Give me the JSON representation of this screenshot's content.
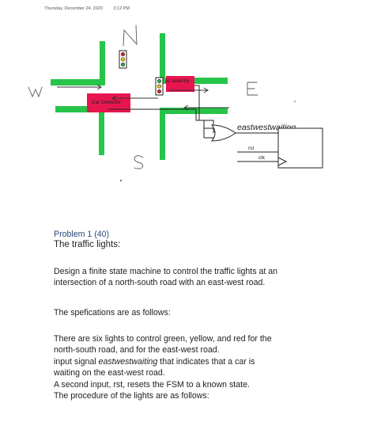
{
  "header": {
    "date": "Thursday, December 24, 2020",
    "time": "3:12 PM"
  },
  "diagram": {
    "compass": {
      "north": "N",
      "east": "E",
      "south": "S",
      "west": "W"
    },
    "detector_west": "Car Detector",
    "detector_east": "ar detector",
    "signal_out": "eastwestwaiting",
    "ff_rst": "rst",
    "ff_clk": "clk",
    "colors": {
      "road": "#27c44a",
      "detector": "#e8154f",
      "arrow": "#333333",
      "light_red": "#e02020",
      "light_yellow": "#f2c400",
      "light_green": "#22b14c"
    }
  },
  "problem": {
    "number": "Problem 1 (40)",
    "title": "The traffic lights:",
    "intro_line1": "Design a finite state machine to control the traffic lights  at an",
    "intro_line2": "intersection of a north-south road with an east-west road.",
    "spec_heading": "The spefications are as follows:",
    "spec_line1": " There are six lights to control green, yellow, and red for the",
    "spec_line2": "north-south road, and for the east-west road.",
    "input_pre": " input signal ",
    "input_italic": "eastwestwaiting",
    "input_post": "  that indicates that a car is",
    "input_line2": "waiting on the east-west road.",
    "rst_line": " A second input, rst, resets the FSM to a known state.",
    "procedure_line": "The procedure of the lights are as follows:"
  }
}
